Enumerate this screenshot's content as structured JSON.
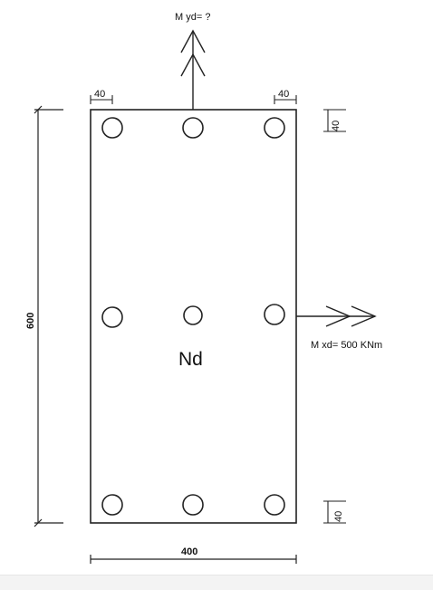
{
  "labels": {
    "myd": "M yd= ?",
    "mxd": "M xd= 500 KNm",
    "nd": "Nd",
    "height": "600",
    "width": "400",
    "cover_top_left": "40",
    "cover_top_right": "40",
    "cover_right_top": "40",
    "cover_right_bottom": "40"
  },
  "section": {
    "width_mm": 400,
    "height_mm": 600,
    "cover_mm": 40,
    "bar_rows": 3,
    "bar_columns": 3,
    "bar_count": 9
  },
  "colors": {
    "line": "#222222",
    "background": "#ffffff"
  }
}
